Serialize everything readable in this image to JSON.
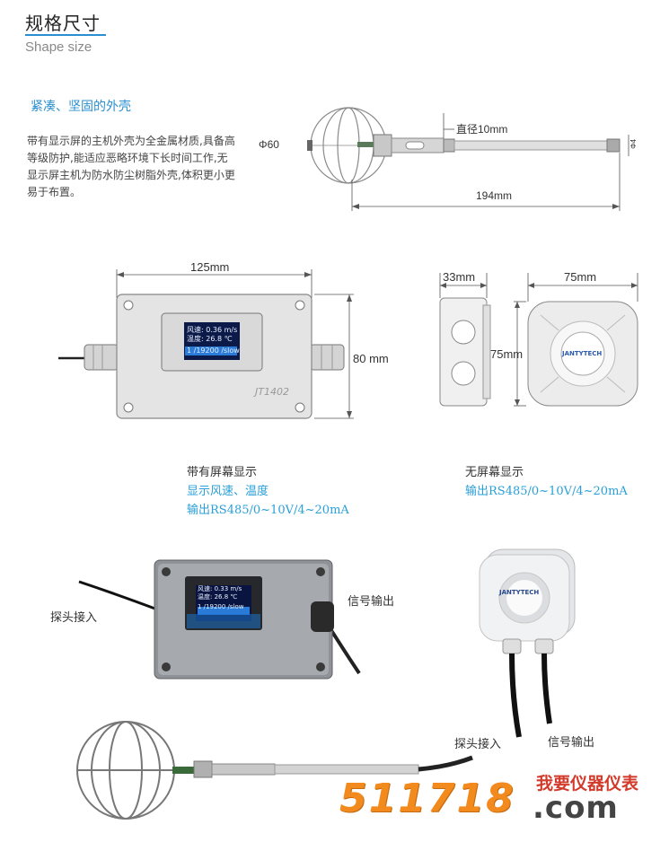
{
  "header": {
    "title_zh": "规格尺寸",
    "title_en": "Shape size"
  },
  "intro": {
    "heading": "紧凑、坚固的外壳",
    "text": "带有显示屏的主机外壳为全金属材质,具备高等级防护,能适应恶略环境下长时间工作,无显示屏主机为防水防尘树脂外壳,体积更小更易于布置。"
  },
  "probe_drawing": {
    "diameter_label": "Φ60",
    "rod_label": "直径10mm",
    "length_label": "194mm",
    "tip_label": "Φ4"
  },
  "box_with_screen": {
    "width_label": "125mm",
    "height_label": "80 mm",
    "model": "JT1402",
    "screen": {
      "line1": "风速: 0.36  m/s",
      "line2": "温度: 26.8  ℃",
      "line3": "1 /19200 /slow"
    }
  },
  "box_no_screen": {
    "depth_label": "33mm",
    "width_label": "75mm",
    "height_label": "75mm",
    "brand": "JANTYTECH"
  },
  "captions": {
    "with_screen_title": "带有屏幕显示",
    "with_screen_line1": "显示风速、温度",
    "with_screen_line2": "输出RS485/0~10V/4~20mA",
    "no_screen_title": "无屏幕显示",
    "no_screen_line1": "输出RS485/0~10V/4~20mA"
  },
  "photos": {
    "probe_in_left": "探头接入",
    "signal_out_left": "信号输出",
    "probe_in_right": "探头接入",
    "signal_out_right": "信号输出",
    "photo_screen_line1": "风速: 0.33  m/s",
    "photo_screen_line2": "温度: 26.8  ℃",
    "photo_screen_line3": "1 /19200 /slow",
    "photo_brand": "JANTYTECH"
  },
  "watermark": {
    "number": "511718",
    "tagline": "我要仪器仪表",
    "domain": ".com"
  }
}
